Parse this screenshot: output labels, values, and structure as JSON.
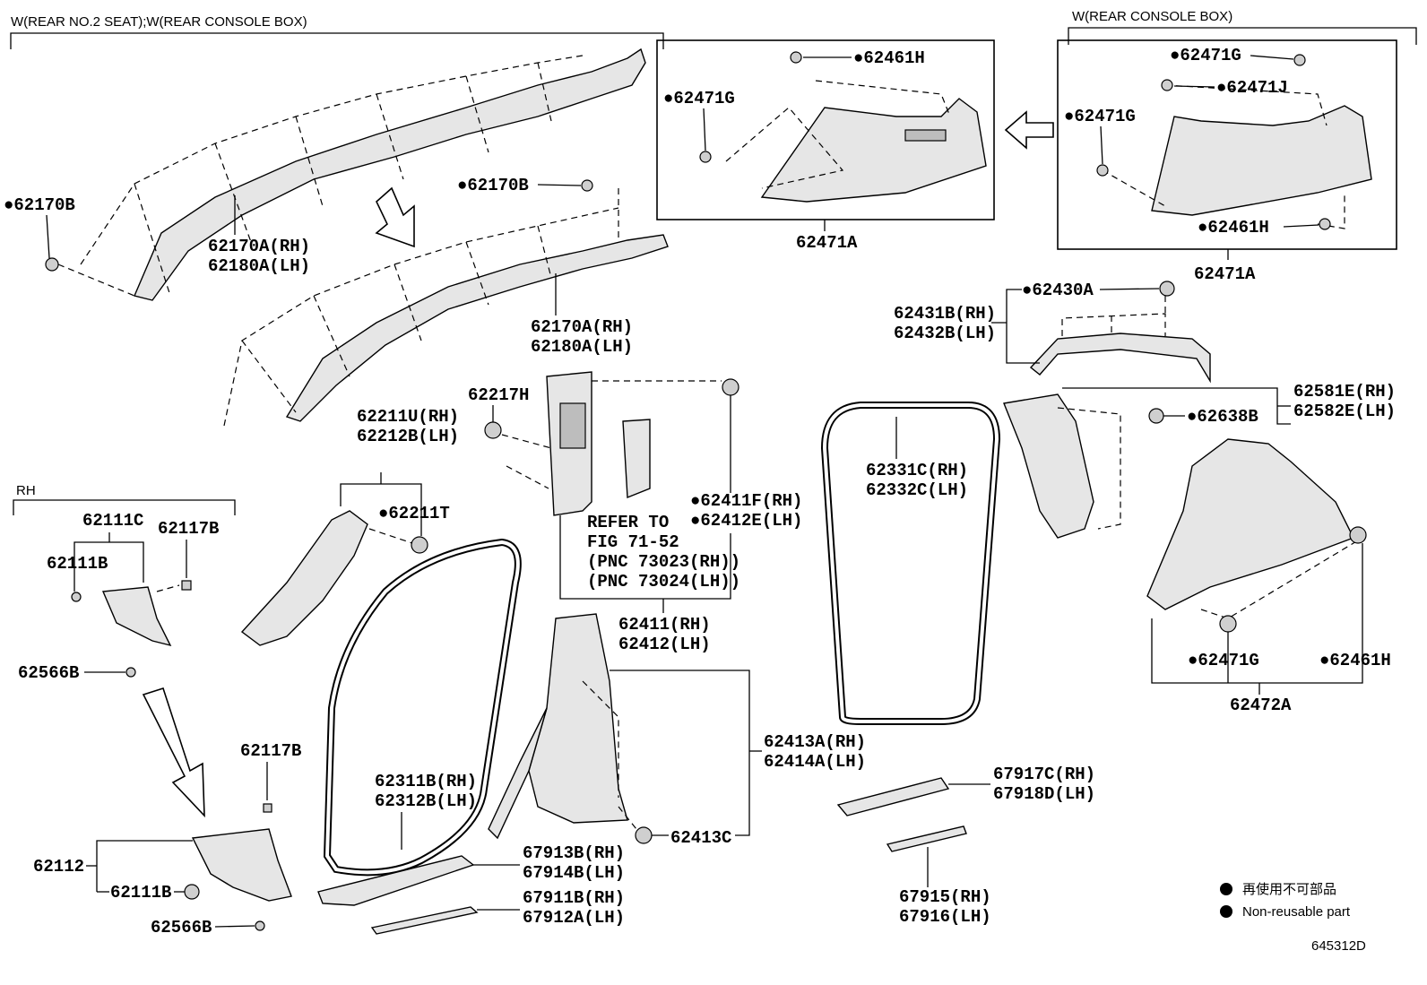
{
  "headers": {
    "top_left": "W(REAR NO.2 SEAT);W(REAR CONSOLE BOX)",
    "top_right": "W(REAR CONSOLE BOX)",
    "rh": "RH"
  },
  "labels": {
    "l_62170B_left": "●62170B",
    "l_62170A_rh_1": "62170A(RH)",
    "l_62180A_lh_1": "62180A(LH)",
    "l_62170B_mid": "●62170B",
    "l_62170A_rh_2": "62170A(RH)",
    "l_62180A_lh_2": "62180A(LH)",
    "l_62461H_box1": "●62461H",
    "l_62471G_box1": "●62471G",
    "l_62471A_box1": "62471A",
    "l_62471G_box2a": "●62471G",
    "l_62471J_box2": "●62471J",
    "l_62471G_box2b": "●62471G",
    "l_62461H_box2": "●62461H",
    "l_62471A_box2": "62471A",
    "l_62430A": "●62430A",
    "l_62431B": "62431B(RH)",
    "l_62432B": "62432B(LH)",
    "l_62581E": "62581E(RH)",
    "l_62582E": "62582E(LH)",
    "l_62638B": "●62638B",
    "l_62217H": "62217H",
    "l_62211U": "62211U(RH)",
    "l_62212B": "62212B(LH)",
    "l_62211T": "●62211T",
    "l_62411F": "●62411F(RH)",
    "l_62412E": "●62412E(LH)",
    "refer_1": "REFER TO",
    "refer_2": "FIG 71-52",
    "refer_3": "(PNC 73023(RH))",
    "refer_4": "(PNC 73024(LH))",
    "l_62411": "62411(RH)",
    "l_62412": "62412(LH)",
    "l_62331C": "62331C(RH)",
    "l_62332C": "62332C(LH)",
    "l_62471G_low": "●62471G",
    "l_62461H_low": "●62461H",
    "l_62472A": "62472A",
    "l_62111C": "62111C",
    "l_62117B_1": "62117B",
    "l_62111B_1": "62111B",
    "l_62566B_1": "62566B",
    "l_62117B_2": "62117B",
    "l_62112": "62112",
    "l_62111B_2": "62111B",
    "l_62566B_2": "62566B",
    "l_62311B": "62311B(RH)",
    "l_62312B": "62312B(LH)",
    "l_67913B": "67913B(RH)",
    "l_67914B": "67914B(LH)",
    "l_67911B": "67911B(RH)",
    "l_67912A": "67912A(LH)",
    "l_62413A": "62413A(RH)",
    "l_62414A": "62414A(LH)",
    "l_62413C": "62413C",
    "l_67917C": "67917C(RH)",
    "l_67918D": "67918D(LH)",
    "l_67915": "67915(RH)",
    "l_67916": "67916(LH)",
    "diagram_id": "645312D"
  },
  "legend": {
    "line1": "再使用不可部品",
    "line2": "Non-reusable part"
  }
}
